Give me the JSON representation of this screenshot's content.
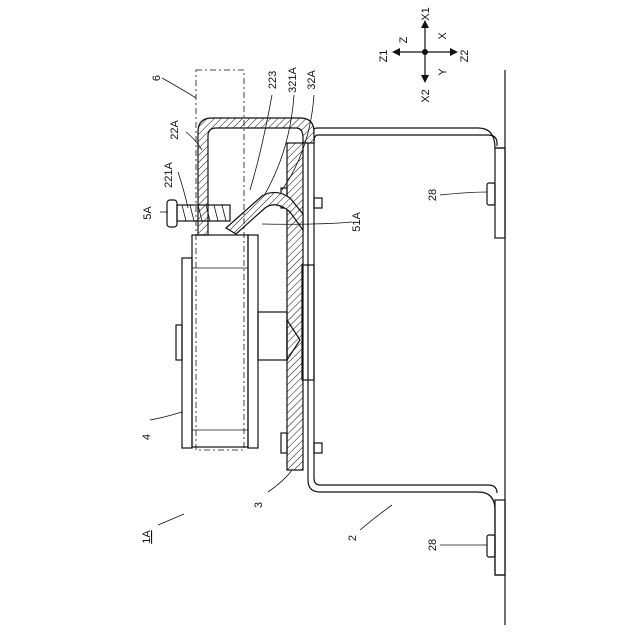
{
  "figure": {
    "labels": {
      "label_6": "6",
      "label_22A": "22A",
      "label_221A": "221A",
      "label_5A": "5A",
      "label_223": "223",
      "label_321A": "321A",
      "label_32A": "32A",
      "label_51A": "51A",
      "label_28_top": "28",
      "label_28_bottom": "28",
      "label_4": "4",
      "label_3": "3",
      "label_2": "2",
      "label_1A": "1A"
    },
    "axes": {
      "Z1": "Z1",
      "Z": "Z",
      "X1": "X1",
      "X": "X",
      "Z2": "Z2",
      "X2": "X2",
      "Y": "Y"
    }
  }
}
